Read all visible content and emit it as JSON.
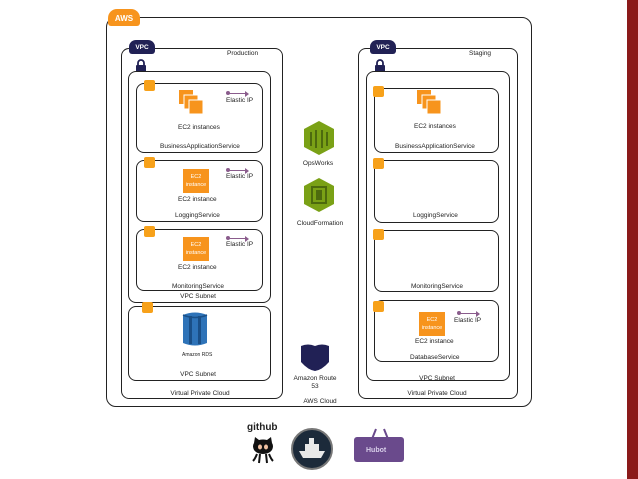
{
  "aws_cloud": {
    "badge": "AWS",
    "label": "AWS Cloud"
  },
  "production": {
    "title": "Production",
    "vpc_badge": "VPC",
    "vpc_label": "Virtual Private Cloud",
    "vpc_subnet_label": "VPC Subnet",
    "business": {
      "instances_label": "EC2 instances",
      "elastic_ip": "Elastic IP",
      "service": "BusinessApplicationService"
    },
    "logging": {
      "ec2_box": "EC2 instance",
      "instance_label": "EC2 instance",
      "elastic_ip": "Elastic IP",
      "service": "LoggingService"
    },
    "monitoring": {
      "ec2_box": "EC2 instance",
      "instance_label": "EC2 instance",
      "elastic_ip": "Elastic IP",
      "service": "MonitoringService"
    },
    "rds": {
      "label": "Amazon RDS",
      "subnet_label": "VPC Subnet"
    }
  },
  "staging": {
    "title": "Staging",
    "vpc_badge": "VPC",
    "vpc_label": "Virtual Private Cloud",
    "business": {
      "instances_label": "EC2 instances",
      "service": "BusinessApplicationService"
    },
    "logging": {
      "service": "LoggingService"
    },
    "monitoring": {
      "service": "MonitoringService"
    },
    "database": {
      "ec2_box": "EC2 instance",
      "instance_label": "EC2 instance",
      "elastic_ip": "Elastic IP",
      "service": "DatabaseService",
      "subnet_label": "VPC Subnet"
    }
  },
  "middle": {
    "opsworks": "OpsWorks",
    "cloudformation": "CloudFormation",
    "route53": "Amazon Route 53"
  },
  "logos": {
    "github": "github",
    "hubot": "Hubot"
  },
  "colors": {
    "orange": "#f7941d",
    "navy": "#212155",
    "olive": "#7aa116",
    "maroon": "#8b1a1a"
  }
}
